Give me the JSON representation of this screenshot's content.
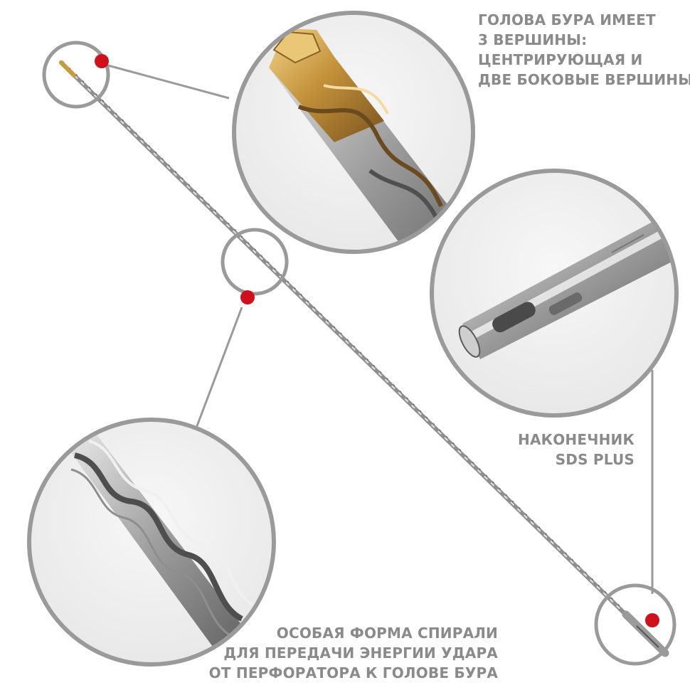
{
  "captions": {
    "head": [
      "ГОЛОВА БУРА ИМЕЕТ",
      "3 ВЕРШИНЫ:",
      "ЦЕНТРИРУЮЩАЯ И",
      "ДВЕ БОКОВЫЕ ВЕРШИНЫ"
    ],
    "shank": [
      "НАКОНЕЧНИК",
      "SDS PLUS"
    ],
    "spiral": [
      "ОСОБАЯ ФОРМА СПИРАЛИ",
      "ДЛЯ ПЕРЕДАЧИ ЭНЕРГИИ УДАРА",
      "ОТ ПЕРФОРАТОРА К ГОЛОВЕ БУРА"
    ]
  },
  "colors": {
    "caption_text": "#8a8a8a",
    "ring": "#9a9a9a",
    "marker": "#d0111b",
    "steel": "#a8a8a8",
    "carbide_tip": "#c99a3e",
    "background": "#ffffff"
  }
}
